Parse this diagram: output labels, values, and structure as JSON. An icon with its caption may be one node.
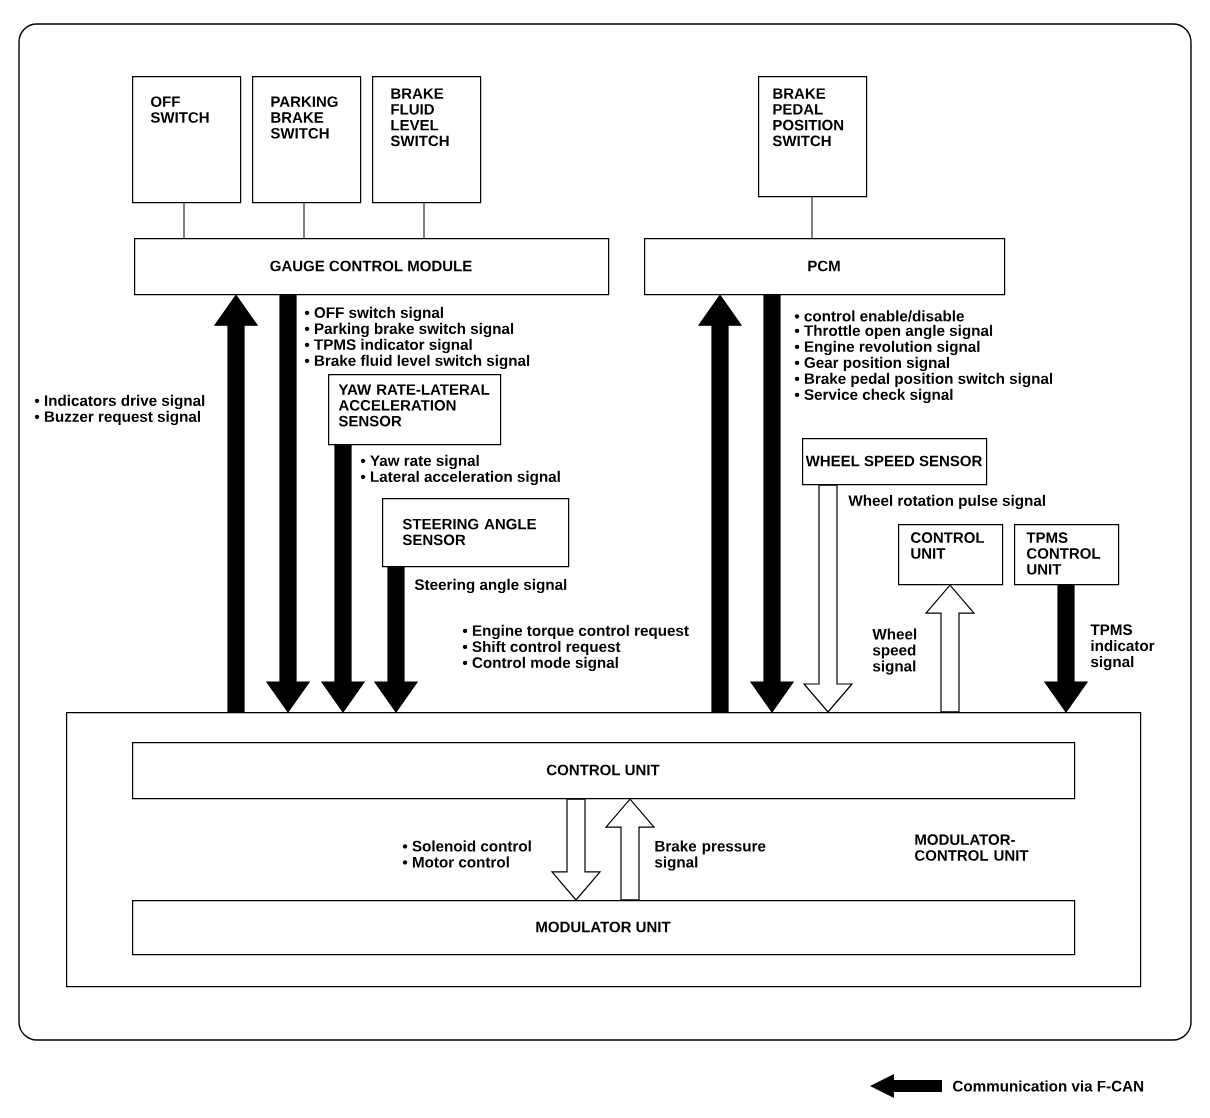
{
  "diagram": {
    "nodes": [
      {
        "text": [
          "OFF SWITCH"
        ]
      },
      {
        "text": [
          "PARKING BRAKE SWITCH"
        ]
      },
      {
        "text": [
          "BRAKE FLUID LEVEL SWITCH"
        ]
      },
      {
        "text": [
          "GAUGE CONTROL MODULE"
        ]
      },
      {
        "text": [
          "BRAKE PEDAL POSITION SWITCH"
        ]
      },
      {
        "text": [
          "PCM"
        ]
      },
      {
        "text": [
          "YAW RATE-LATERAL ACCELERATION SENSOR"
        ]
      },
      {
        "text": [
          "STEERING ANGLE SENSOR"
        ]
      },
      {
        "text": [
          "WHEEL SPEED SENSOR"
        ]
      },
      {
        "text": [
          "CONTROL UNIT"
        ]
      },
      {
        "text": [
          "TPMS CONTROL UNIT"
        ]
      },
      {
        "text": [
          "MODULATOR-CONTROL UNIT"
        ]
      },
      {
        "text": [
          "CONTROL UNIT"
        ],
        "in": 11
      },
      {
        "text": [
          "MODULATOR UNIT"
        ],
        "in": 11
      }
    ],
    "edges": [
      {
        "from": 0,
        "to": 3,
        "arrow": "none"
      },
      {
        "from": 1,
        "to": 3,
        "arrow": "none"
      },
      {
        "from": 2,
        "to": 3,
        "arrow": "none"
      },
      {
        "from": 4,
        "to": 5,
        "arrow": "none"
      },
      {
        "from": 11,
        "to": 3,
        "arrow": "to",
        "style": "thick"
      },
      {
        "from": 3,
        "to": 11,
        "arrow": "to",
        "style": "thick"
      },
      {
        "from": 6,
        "to": 11,
        "arrow": "to",
        "style": "thick"
      },
      {
        "from": 7,
        "to": 11,
        "arrow": "to",
        "style": "thick"
      },
      {
        "from": 11,
        "to": 5,
        "arrow": "to",
        "style": "thick"
      },
      {
        "from": 5,
        "to": 11,
        "arrow": "to",
        "style": "thick"
      },
      {
        "from": 8,
        "to": 11,
        "arrow": "to",
        "style": "thick",
        "color": "#ffffff"
      },
      {
        "from": 11,
        "to": 9,
        "arrow": "to",
        "style": "thick",
        "color": "#ffffff"
      },
      {
        "from": 10,
        "to": 11,
        "arrow": "to",
        "style": "thick"
      },
      {
        "from": 12,
        "to": 13,
        "arrow": "to",
        "style": "thick",
        "color": "#ffffff"
      },
      {
        "from": 13,
        "to": 12,
        "arrow": "to",
        "style": "thick",
        "color": "#ffffff"
      }
    ],
    "labels": [
      "• OFF switch signal",
      "• Parking brake switch signal",
      "• TPMS indicator signal",
      "• Brake fluid level switch signal",
      "• control enable/disable",
      "• Throttle open angle signal",
      "• Engine revolution signal",
      "• Gear position signal",
      "• Brake pedal position switch signal",
      "• Service check signal",
      "• Indicators drive signal",
      "• Buzzer request signal",
      "• Yaw rate signal",
      "• Lateral acceleration signal",
      "Wheel rotation pulse signal",
      "Steering angle signal",
      "• Engine torque control request",
      "• Shift control request",
      "• Control mode signal",
      "Wheel speed signal",
      "TPMS indicator signal",
      "• Solenoid control",
      "• Motor control",
      "Brake pressure signal"
    ],
    "legend": [
      {
        "text": "Communication via F-CAN"
      }
    ]
  }
}
